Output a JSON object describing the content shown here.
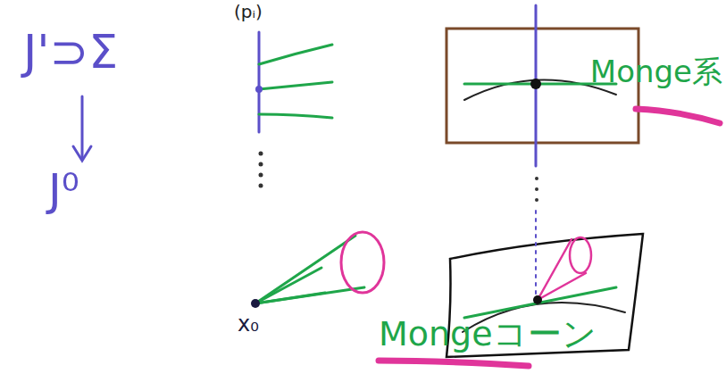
{
  "diagram": {
    "labels": [
      "J'⊃Σ",
      "J⁰",
      "(pᵢ)",
      "x₀",
      "Monge系",
      "Mongeコーン"
    ]
  }
}
